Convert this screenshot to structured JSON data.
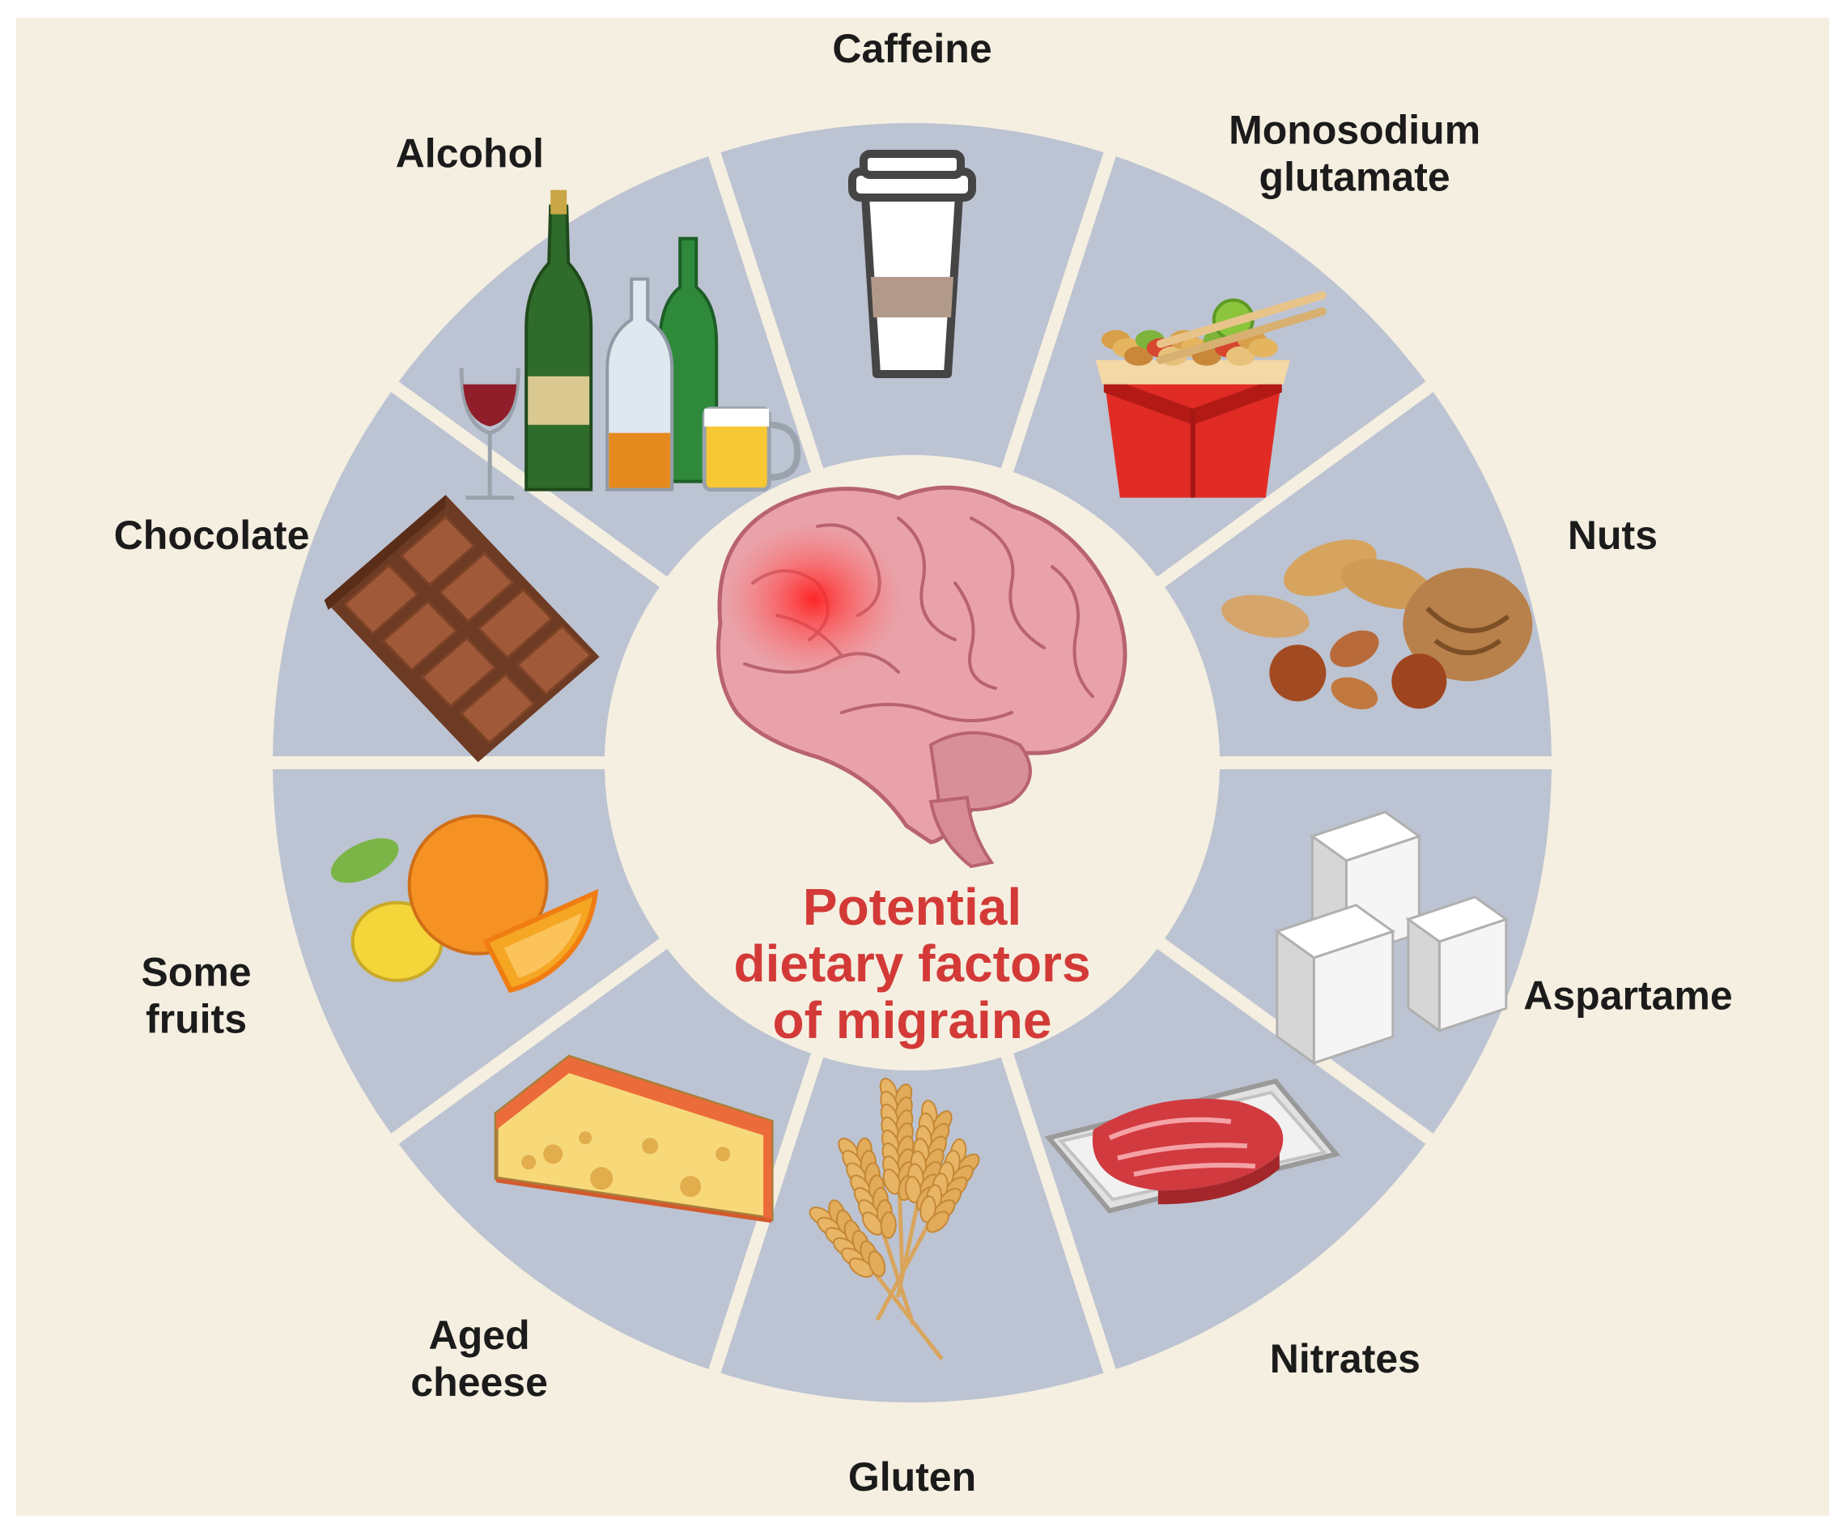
{
  "colors": {
    "background": "#f5efe1",
    "segment": "#bcc3d2",
    "segment_gap": "#f5efe1",
    "center_circle": "#f5efe1",
    "label_text": "#1b1b1b",
    "center_title": "#d33a37",
    "brain": "#e9a2a9",
    "brain_outline": "#b8636f",
    "pain_glow": "#ff2a2a"
  },
  "center": {
    "title_lines": [
      "Potential",
      "dietary factors",
      "of migraine"
    ],
    "image_icon": "brain-with-pain-spot-icon"
  },
  "factors": [
    {
      "id": "caffeine",
      "label_lines": [
        "Caffeine"
      ],
      "icon": "coffee-cup-icon"
    },
    {
      "id": "msg",
      "label_lines": [
        "Monosodium",
        "glutamate"
      ],
      "icon": "noodle-takeout-box-icon"
    },
    {
      "id": "nuts",
      "label_lines": [
        "Nuts"
      ],
      "icon": "nuts-pile-icon"
    },
    {
      "id": "aspartame",
      "label_lines": [
        "Aspartame"
      ],
      "icon": "sugar-cubes-icon"
    },
    {
      "id": "nitrates",
      "label_lines": [
        "Nitrates"
      ],
      "icon": "packaged-meat-icon"
    },
    {
      "id": "gluten",
      "label_lines": [
        "Gluten"
      ],
      "icon": "wheat-ears-icon"
    },
    {
      "id": "aged-cheese",
      "label_lines": [
        "Aged",
        "cheese"
      ],
      "icon": "cheese-wedge-icon"
    },
    {
      "id": "some-fruits",
      "label_lines": [
        "Some",
        "fruits"
      ],
      "icon": "citrus-fruits-icon"
    },
    {
      "id": "chocolate",
      "label_lines": [
        "Chocolate"
      ],
      "icon": "chocolate-bar-icon"
    },
    {
      "id": "alcohol",
      "label_lines": [
        "Alcohol"
      ],
      "icon": "alcohol-bottles-icon"
    }
  ]
}
